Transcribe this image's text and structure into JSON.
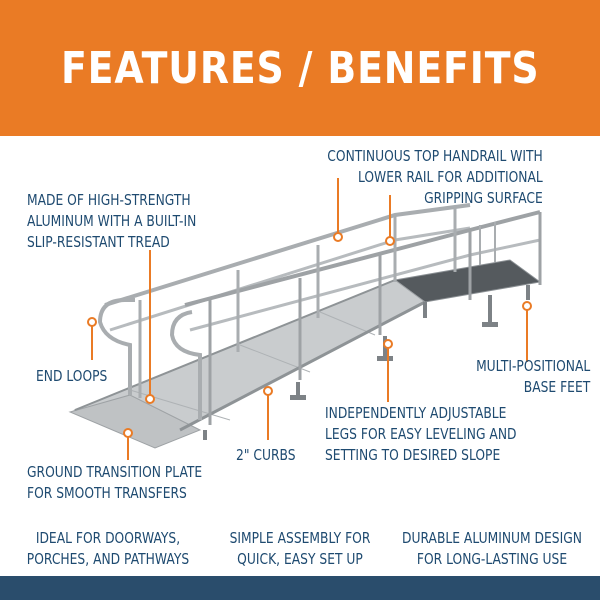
{
  "header": {
    "title": "FEATURES / BENEFITS"
  },
  "callouts": {
    "handrail": [
      "CONTINUOUS TOP HANDRAIL WITH",
      "LOWER RAIL FOR ADDITIONAL",
      "GRIPPING SURFACE"
    ],
    "aluminum": [
      "MADE OF HIGH-STRENGTH",
      "ALUMINUM WITH A BUILT-IN",
      "SLIP-RESISTANT TREAD"
    ],
    "end_loops": [
      "END LOOPS"
    ],
    "base_feet": [
      "MULTI-POSITIONAL",
      "BASE FEET"
    ],
    "legs": [
      "INDEPENDENTLY ADJUSTABLE",
      "LEGS FOR EASY LEVELING AND",
      "SETTING TO DESIRED SLOPE"
    ],
    "curbs": [
      "2\" CURBS"
    ],
    "transition": [
      "GROUND TRANSITION PLATE",
      "FOR SMOOTH TRANSFERS"
    ]
  },
  "footer": {
    "doorways": [
      "IDEAL FOR DOORWAYS,",
      "PORCHES, AND PATHWAYS"
    ],
    "assembly": [
      "SIMPLE ASSEMBLY FOR",
      "QUICK, EASY SET UP"
    ],
    "durable": [
      "DURABLE ALUMINUM DESIGN",
      "FOR LONG-LASTING USE"
    ]
  },
  "colors": {
    "accent": "#ea7b25",
    "text": "#1e4a70",
    "footer_bar": "#2a4d6c"
  }
}
